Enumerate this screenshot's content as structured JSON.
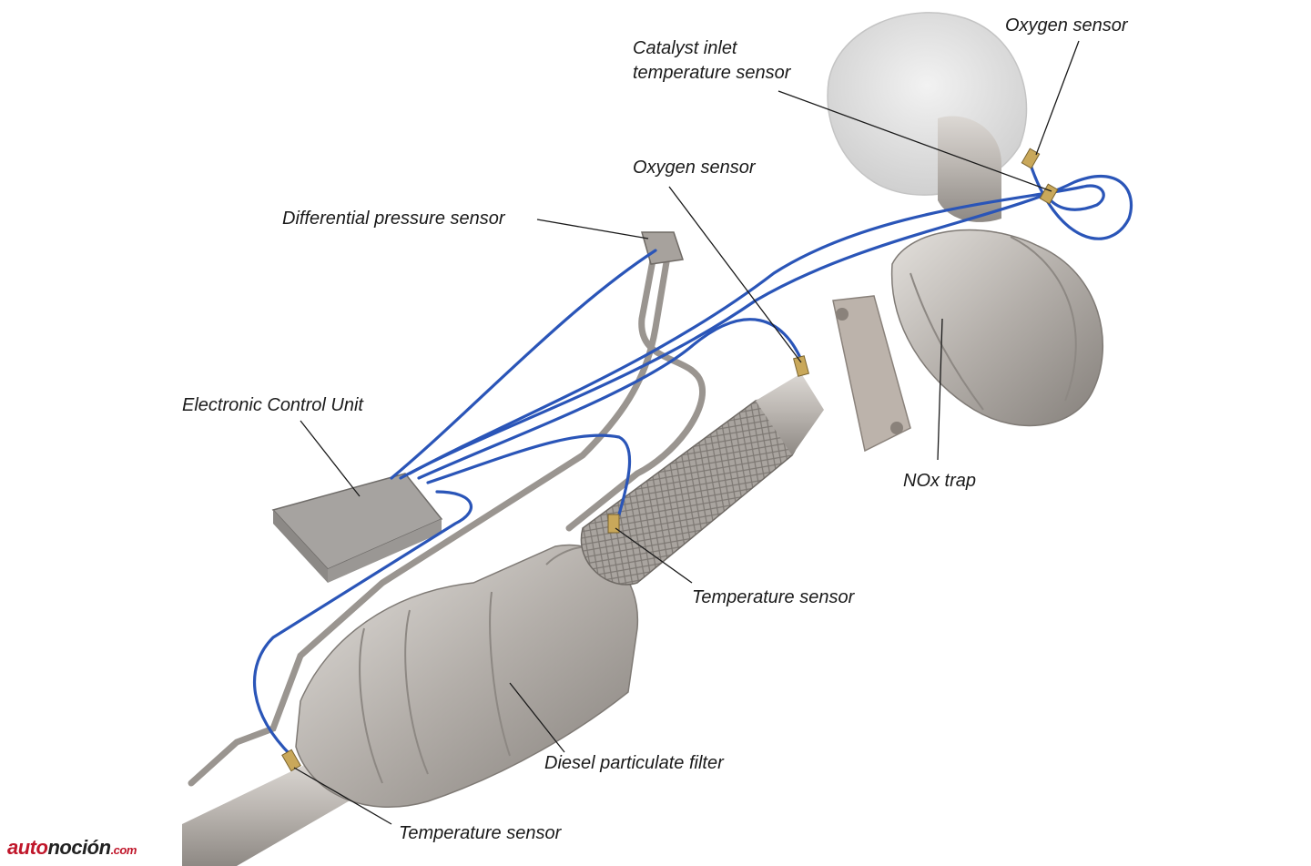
{
  "labels": {
    "oxygen_sensor_top": "Oxygen sensor",
    "catalyst_inlet_line1": "Catalyst inlet",
    "catalyst_inlet_line2": "temperature sensor",
    "oxygen_sensor_mid": "Oxygen sensor",
    "differential_pressure_sensor": "Differential pressure sensor",
    "electronic_control_unit": "Electronic Control Unit",
    "nox_trap": "NOx trap",
    "temperature_sensor_mid": "Temperature sensor",
    "diesel_particulate_filter": "Diesel particulate filter",
    "temperature_sensor_bottom": "Temperature sensor"
  },
  "watermark": {
    "part1": "auto",
    "part2": "noción",
    "part3": ".com"
  },
  "colors": {
    "wire": "#2a55b8",
    "metal": "#b4afaa",
    "metal_dark": "#8d8883",
    "leader": "#1a1a1a",
    "brand": "#c0172b"
  }
}
